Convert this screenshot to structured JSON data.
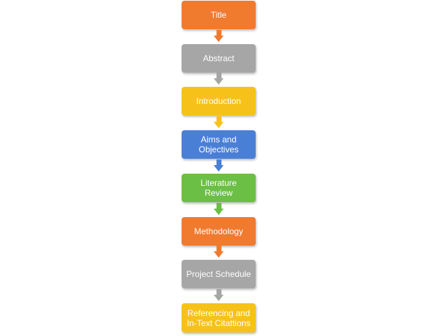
{
  "steps": [
    {
      "label": "Title",
      "color": "#f07a2e"
    },
    {
      "label": "Abstract",
      "color": "#a6a6a6"
    },
    {
      "label": "Introduction",
      "color": "#f6c21a"
    },
    {
      "label": "Aims and\nObjectives",
      "color": "#4a7fd6"
    },
    {
      "label": "Literature\nReview",
      "color": "#6bbf45"
    },
    {
      "label": "Methodology",
      "color": "#f07a2e"
    },
    {
      "label": "Project Schedule",
      "color": "#a6a6a6"
    },
    {
      "label": "Referencing and\nIn-Text Citattions",
      "color": "#f6c21a"
    }
  ]
}
